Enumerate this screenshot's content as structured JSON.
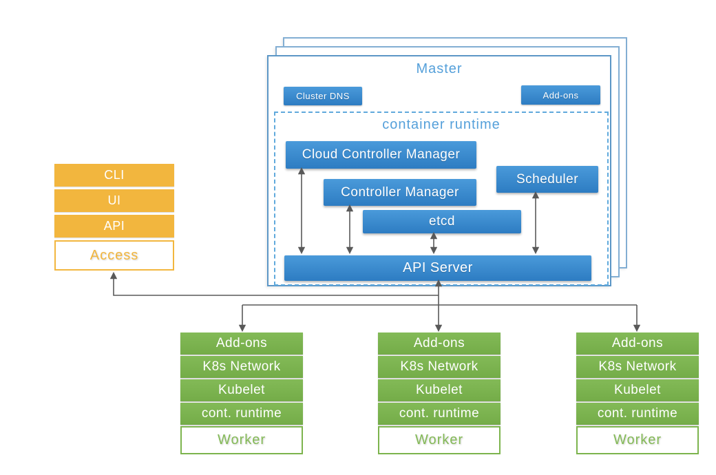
{
  "master": {
    "title": "Master",
    "cluster_dns_label": "Cluster DNS",
    "addons_label": "Add-ons",
    "runtime_title": "container runtime",
    "components": {
      "cloud_controller_manager": "Cloud Controller Manager",
      "controller_manager": "Controller Manager",
      "scheduler": "Scheduler",
      "etcd": "etcd",
      "api_server": "API Server"
    }
  },
  "access": {
    "items": [
      "CLI",
      "UI",
      "API"
    ],
    "label": "Access"
  },
  "workers": {
    "rows": [
      "Add-ons",
      "K8s Network",
      "Kubelet",
      "cont. runtime"
    ],
    "label": "Worker"
  },
  "colors": {
    "blue_gradient_top": "#4a9ada",
    "blue_gradient_bottom": "#2d7cc2",
    "blue_border": "#5b96c6",
    "blue_text": "#55a0da",
    "orange": "#f2b63e",
    "green": "#7cb44d",
    "line_gray": "#595959"
  }
}
